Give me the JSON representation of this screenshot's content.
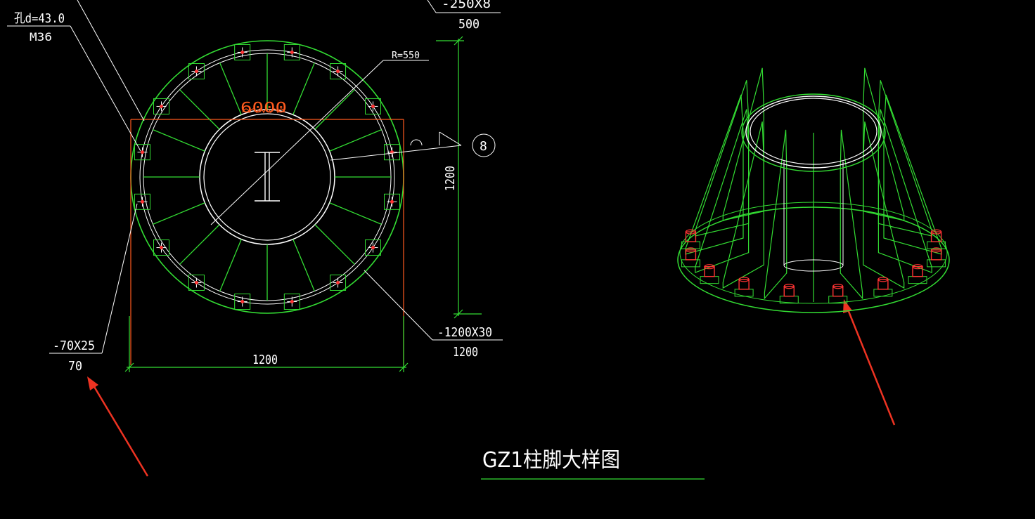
{
  "drawing": {
    "labels": {
      "hole": "孔d=43.0",
      "bolt": "M36",
      "top_plate_spec": "-250X8",
      "top_plate_len": "500",
      "radius": "R=550",
      "weld_ref": "6000",
      "dim_vertical": "1200",
      "detail_number": "8",
      "stiffener_spec": "-70X25",
      "stiffener_len": "70",
      "base_plate_spec": "-1200X30",
      "base_plate_len": "1200",
      "dim_horizontal": "1200",
      "title": "GZ1柱脚大样图"
    },
    "colors": {
      "background": "#000000",
      "green": "#33dd33",
      "white": "#ffffff",
      "red": "#ff3333",
      "orange": "#ff5a1e",
      "arrow": "#ee3322"
    }
  }
}
